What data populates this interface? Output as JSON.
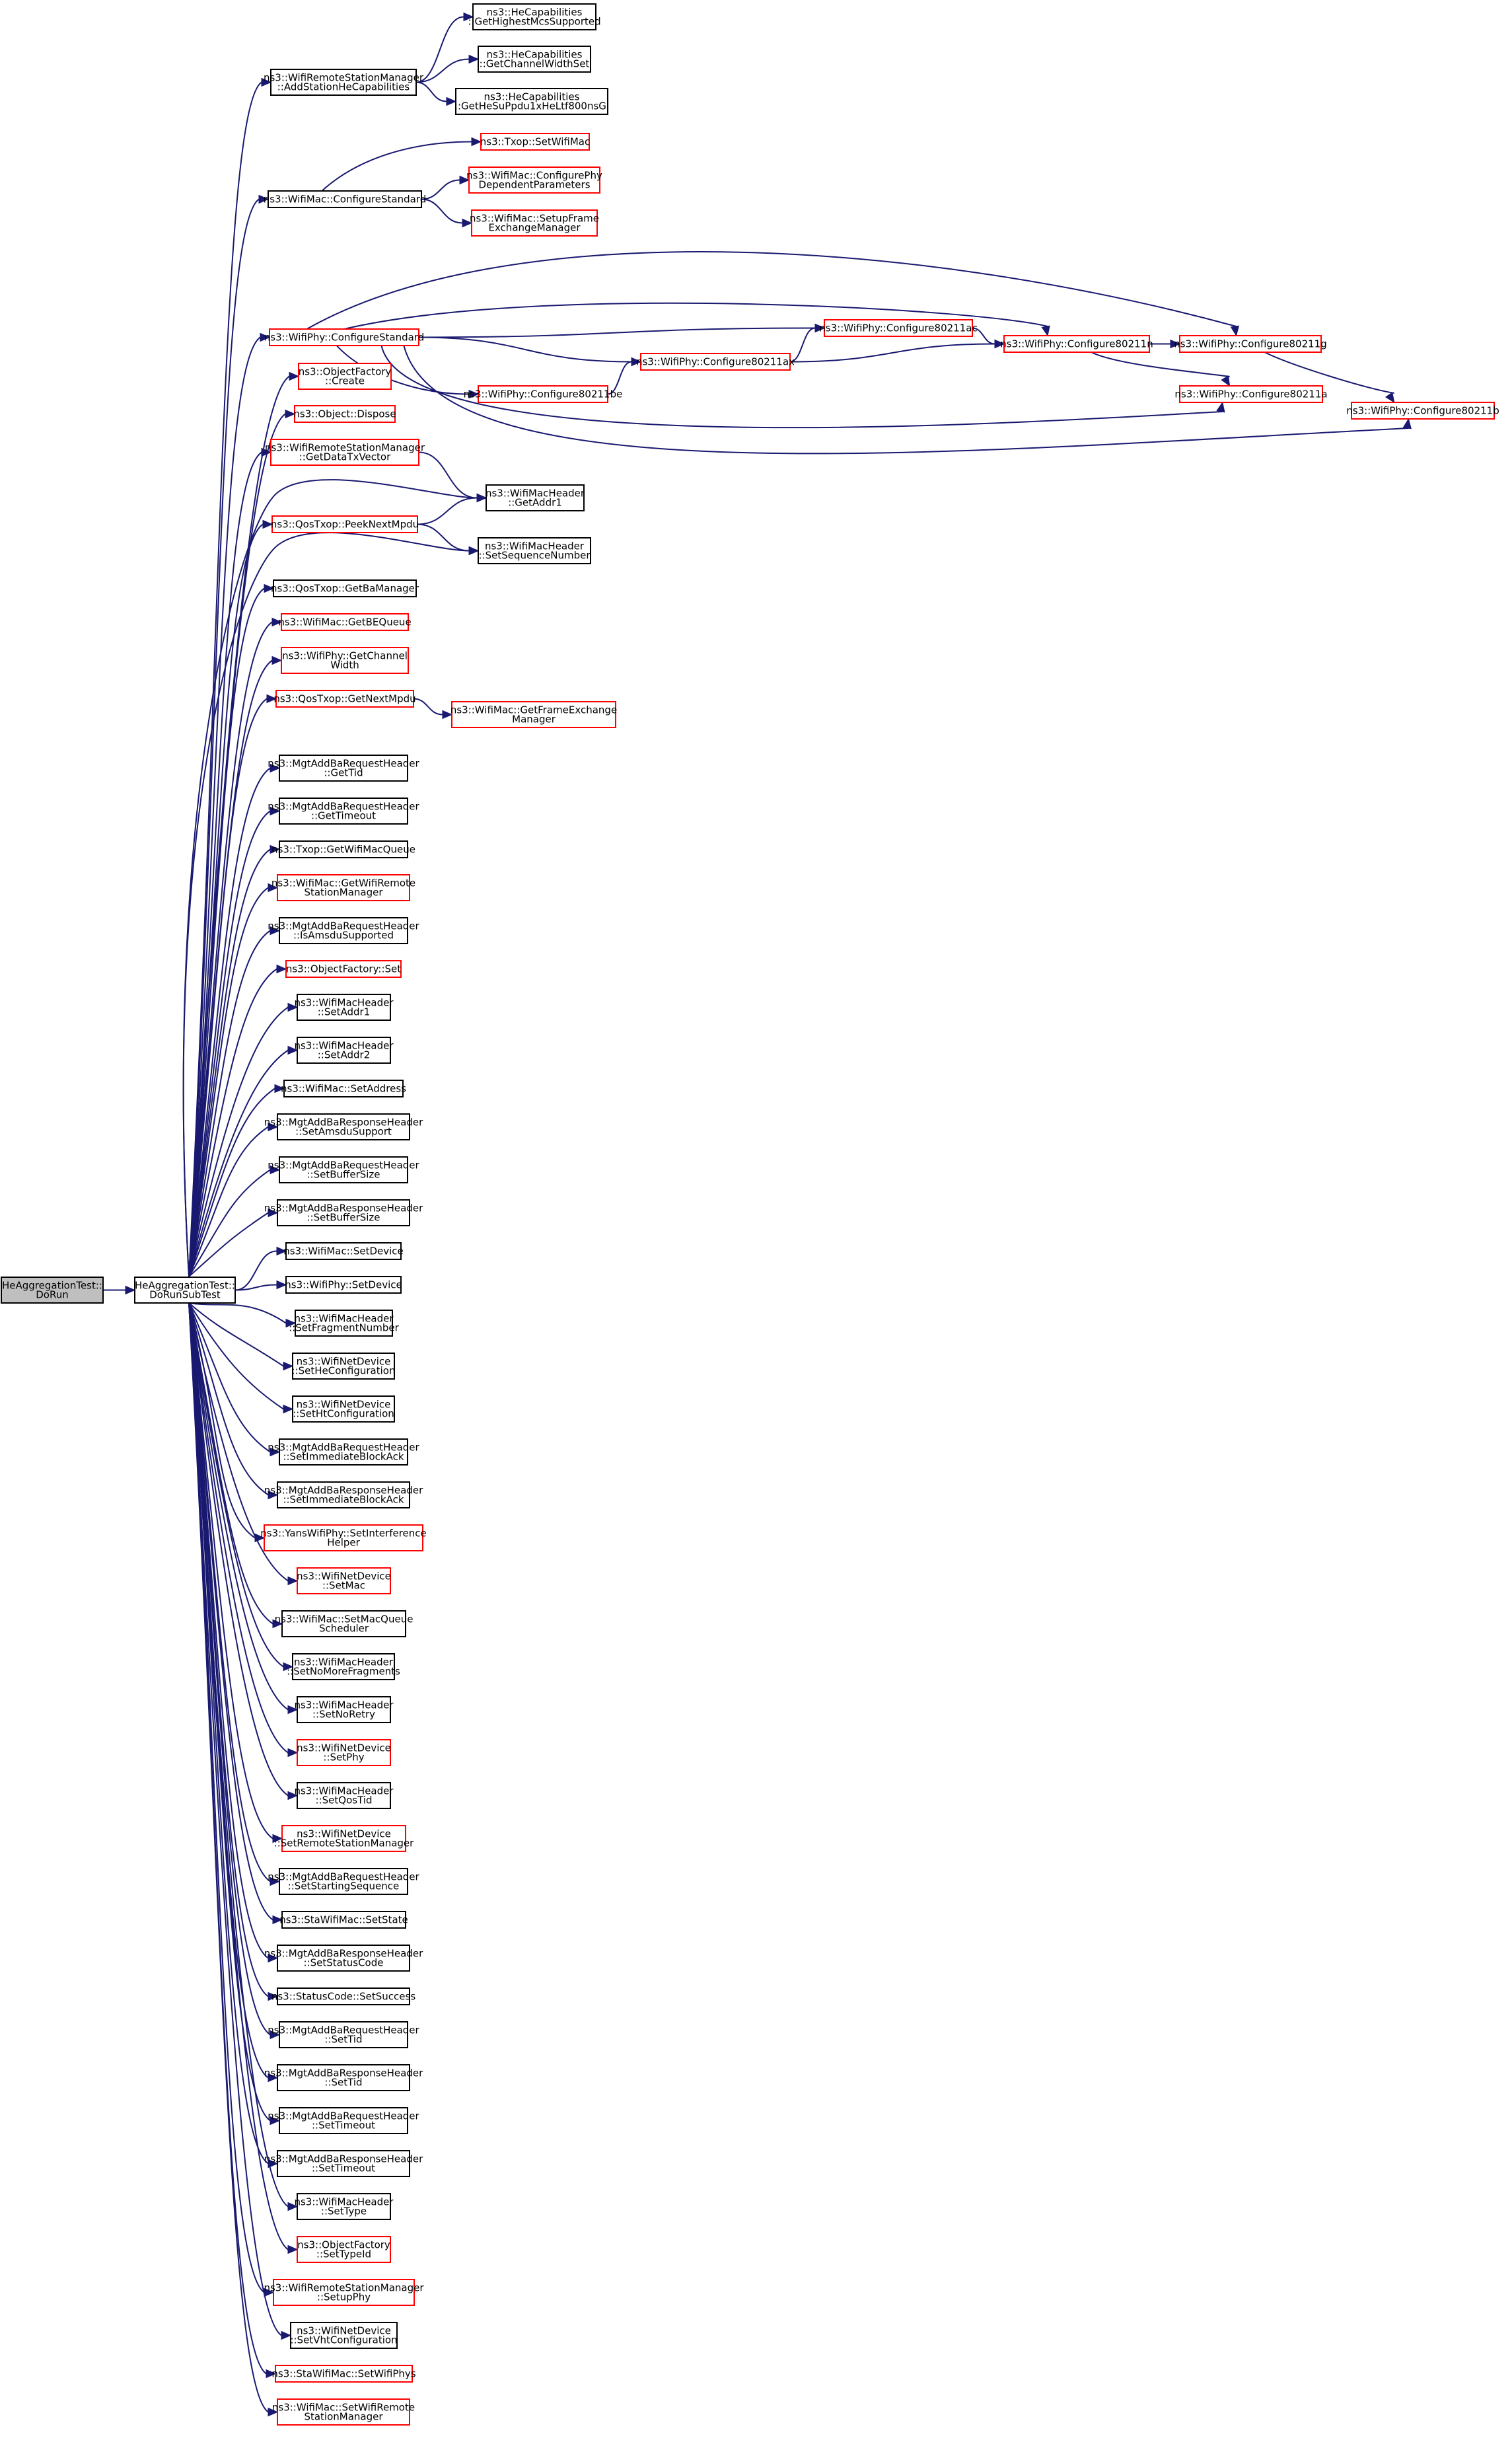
{
  "diagram": {
    "colors": {
      "edge": "#191970",
      "border_normal": "#000000",
      "border_truncated": "#ff0000",
      "fill_normal": "#ffffff",
      "fill_root": "#bfbfbf"
    },
    "nodes": [
      {
        "id": "root",
        "lines": [
          "HeAggregationTest::",
          "DoRun"
        ],
        "style": "root"
      },
      {
        "id": "sub",
        "lines": [
          "HeAggregationTest::",
          "DoRunSubTest"
        ],
        "style": "normal"
      },
      {
        "id": "addHe",
        "lines": [
          "ns3::WifiRemoteStationManager",
          "::AddStationHeCapabilities"
        ],
        "style": "normal"
      },
      {
        "id": "heMcs",
        "lines": [
          "ns3::HeCapabilities",
          "::GetHighestMcsSupported"
        ],
        "style": "normal"
      },
      {
        "id": "heCw",
        "lines": [
          "ns3::HeCapabilities",
          "::GetChannelWidthSet"
        ],
        "style": "normal"
      },
      {
        "id": "heSu",
        "lines": [
          "ns3::HeCapabilities",
          "::GetHeSuPpdu1xHeLtf800nsGi"
        ],
        "style": "normal"
      },
      {
        "id": "cfgStd",
        "lines": [
          "ns3::WifiMac::ConfigureStandard"
        ],
        "style": "normal"
      },
      {
        "id": "txopSet",
        "lines": [
          "ns3::Txop::SetWifiMac"
        ],
        "style": "truncated"
      },
      {
        "id": "cfgPhyDep",
        "lines": [
          "ns3::WifiMac::ConfigurePhy",
          "DependentParameters"
        ],
        "style": "truncated"
      },
      {
        "id": "setupFem",
        "lines": [
          "ns3::WifiMac::SetupFrame",
          "ExchangeManager"
        ],
        "style": "truncated"
      },
      {
        "id": "phyStd",
        "lines": [
          "ns3::WifiPhy::ConfigureStandard"
        ],
        "style": "truncated"
      },
      {
        "id": "ac",
        "lines": [
          "ns3::WifiPhy::Configure80211ac"
        ],
        "style": "truncated"
      },
      {
        "id": "ax",
        "lines": [
          "ns3::WifiPhy::Configure80211ax"
        ],
        "style": "truncated"
      },
      {
        "id": "n",
        "lines": [
          "ns3::WifiPhy::Configure80211n"
        ],
        "style": "truncated"
      },
      {
        "id": "g",
        "lines": [
          "ns3::WifiPhy::Configure80211g"
        ],
        "style": "truncated"
      },
      {
        "id": "be",
        "lines": [
          "ns3::WifiPhy::Configure80211be"
        ],
        "style": "truncated"
      },
      {
        "id": "a",
        "lines": [
          "ns3::WifiPhy::Configure80211a"
        ],
        "style": "truncated"
      },
      {
        "id": "b",
        "lines": [
          "ns3::WifiPhy::Configure80211b"
        ],
        "style": "truncated"
      },
      {
        "id": "ofCreate",
        "lines": [
          "ns3::ObjectFactory",
          "::Create"
        ],
        "style": "truncated"
      },
      {
        "id": "objDispose",
        "lines": [
          "ns3::Object::Dispose"
        ],
        "style": "truncated"
      },
      {
        "id": "getDataTx",
        "lines": [
          "ns3::WifiRemoteStationManager",
          "::GetDataTxVector"
        ],
        "style": "truncated"
      },
      {
        "id": "getAddr1",
        "lines": [
          "ns3::WifiMacHeader",
          "::GetAddr1"
        ],
        "style": "normal"
      },
      {
        "id": "peek",
        "lines": [
          "ns3::QosTxop::PeekNextMpdu"
        ],
        "style": "truncated"
      },
      {
        "id": "setSeq",
        "lines": [
          "ns3::WifiMacHeader",
          "::SetSequenceNumber"
        ],
        "style": "normal"
      },
      {
        "id": "getBa",
        "lines": [
          "ns3::QosTxop::GetBaManager"
        ],
        "style": "normal"
      },
      {
        "id": "getBE",
        "lines": [
          "ns3::WifiMac::GetBEQueue"
        ],
        "style": "truncated"
      },
      {
        "id": "getCw",
        "lines": [
          "ns3::WifiPhy::GetChannel",
          "Width"
        ],
        "style": "truncated"
      },
      {
        "id": "getNext",
        "lines": [
          "ns3::QosTxop::GetNextMpdu"
        ],
        "style": "truncated"
      },
      {
        "id": "getFem",
        "lines": [
          "ns3::WifiMac::GetFrameExchange",
          "Manager"
        ],
        "style": "truncated"
      },
      {
        "id": "n1",
        "lines": [
          "ns3::MgtAddBaRequestHeader",
          "::GetTid"
        ],
        "style": "normal"
      },
      {
        "id": "n2",
        "lines": [
          "ns3::MgtAddBaRequestHeader",
          "::GetTimeout"
        ],
        "style": "normal"
      },
      {
        "id": "n3",
        "lines": [
          "ns3::Txop::GetWifiMacQueue"
        ],
        "style": "normal"
      },
      {
        "id": "n4",
        "lines": [
          "ns3::WifiMac::GetWifiRemote",
          "StationManager"
        ],
        "style": "truncated"
      },
      {
        "id": "n5",
        "lines": [
          "ns3::MgtAddBaRequestHeader",
          "::IsAmsduSupported"
        ],
        "style": "normal"
      },
      {
        "id": "n6",
        "lines": [
          "ns3::ObjectFactory::Set"
        ],
        "style": "truncated"
      },
      {
        "id": "n7",
        "lines": [
          "ns3::WifiMacHeader",
          "::SetAddr1"
        ],
        "style": "normal"
      },
      {
        "id": "n8",
        "lines": [
          "ns3::WifiMacHeader",
          "::SetAddr2"
        ],
        "style": "normal"
      },
      {
        "id": "n9",
        "lines": [
          "ns3::WifiMac::SetAddress"
        ],
        "style": "normal"
      },
      {
        "id": "n10",
        "lines": [
          "ns3::MgtAddBaResponseHeader",
          "::SetAmsduSupport"
        ],
        "style": "normal"
      },
      {
        "id": "n11",
        "lines": [
          "ns3::MgtAddBaRequestHeader",
          "::SetBufferSize"
        ],
        "style": "normal"
      },
      {
        "id": "n12",
        "lines": [
          "ns3::MgtAddBaResponseHeader",
          "::SetBufferSize"
        ],
        "style": "normal"
      },
      {
        "id": "n13",
        "lines": [
          "ns3::WifiMac::SetDevice"
        ],
        "style": "normal"
      },
      {
        "id": "n14",
        "lines": [
          "ns3::WifiPhy::SetDevice"
        ],
        "style": "normal"
      },
      {
        "id": "n15",
        "lines": [
          "ns3::WifiMacHeader",
          "::SetFragmentNumber"
        ],
        "style": "normal"
      },
      {
        "id": "n16",
        "lines": [
          "ns3::WifiNetDevice",
          "::SetHeConfiguration"
        ],
        "style": "normal"
      },
      {
        "id": "n17",
        "lines": [
          "ns3::WifiNetDevice",
          "::SetHtConfiguration"
        ],
        "style": "normal"
      },
      {
        "id": "n18",
        "lines": [
          "ns3::MgtAddBaRequestHeader",
          "::SetImmediateBlockAck"
        ],
        "style": "normal"
      },
      {
        "id": "n19",
        "lines": [
          "ns3::MgtAddBaResponseHeader",
          "::SetImmediateBlockAck"
        ],
        "style": "normal"
      },
      {
        "id": "n20",
        "lines": [
          "ns3::YansWifiPhy::SetInterference",
          "Helper"
        ],
        "style": "truncated"
      },
      {
        "id": "n21",
        "lines": [
          "ns3::WifiNetDevice",
          "::SetMac"
        ],
        "style": "truncated"
      },
      {
        "id": "n22",
        "lines": [
          "ns3::WifiMac::SetMacQueue",
          "Scheduler"
        ],
        "style": "normal"
      },
      {
        "id": "n23",
        "lines": [
          "ns3::WifiMacHeader",
          "::SetNoMoreFragments"
        ],
        "style": "normal"
      },
      {
        "id": "n24",
        "lines": [
          "ns3::WifiMacHeader",
          "::SetNoRetry"
        ],
        "style": "normal"
      },
      {
        "id": "n25",
        "lines": [
          "ns3::WifiNetDevice",
          "::SetPhy"
        ],
        "style": "truncated"
      },
      {
        "id": "n26",
        "lines": [
          "ns3::WifiMacHeader",
          "::SetQosTid"
        ],
        "style": "normal"
      },
      {
        "id": "n27",
        "lines": [
          "ns3::WifiNetDevice",
          "::SetRemoteStationManager"
        ],
        "style": "truncated"
      },
      {
        "id": "n28",
        "lines": [
          "ns3::MgtAddBaRequestHeader",
          "::SetStartingSequence"
        ],
        "style": "normal"
      },
      {
        "id": "n29",
        "lines": [
          "ns3::StaWifiMac::SetState"
        ],
        "style": "normal"
      },
      {
        "id": "n30",
        "lines": [
          "ns3::MgtAddBaResponseHeader",
          "::SetStatusCode"
        ],
        "style": "normal"
      },
      {
        "id": "n31",
        "lines": [
          "ns3::StatusCode::SetSuccess"
        ],
        "style": "normal"
      },
      {
        "id": "n32",
        "lines": [
          "ns3::MgtAddBaRequestHeader",
          "::SetTid"
        ],
        "style": "normal"
      },
      {
        "id": "n33",
        "lines": [
          "ns3::MgtAddBaResponseHeader",
          "::SetTid"
        ],
        "style": "normal"
      },
      {
        "id": "n34",
        "lines": [
          "ns3::MgtAddBaRequestHeader",
          "::SetTimeout"
        ],
        "style": "normal"
      },
      {
        "id": "n35",
        "lines": [
          "ns3::MgtAddBaResponseHeader",
          "::SetTimeout"
        ],
        "style": "normal"
      },
      {
        "id": "n36",
        "lines": [
          "ns3::WifiMacHeader",
          "::SetType"
        ],
        "style": "normal"
      },
      {
        "id": "n37",
        "lines": [
          "ns3::ObjectFactory",
          "::SetTypeId"
        ],
        "style": "truncated"
      },
      {
        "id": "n38",
        "lines": [
          "ns3::WifiRemoteStationManager",
          "::SetupPhy"
        ],
        "style": "truncated"
      },
      {
        "id": "n39",
        "lines": [
          "ns3::WifiNetDevice",
          "::SetVhtConfiguration"
        ],
        "style": "normal"
      },
      {
        "id": "n40",
        "lines": [
          "ns3::StaWifiMac::SetWifiPhys"
        ],
        "style": "truncated"
      },
      {
        "id": "n41",
        "lines": [
          "ns3::WifiMac::SetWifiRemote",
          "StationManager"
        ],
        "style": "truncated"
      }
    ]
  }
}
